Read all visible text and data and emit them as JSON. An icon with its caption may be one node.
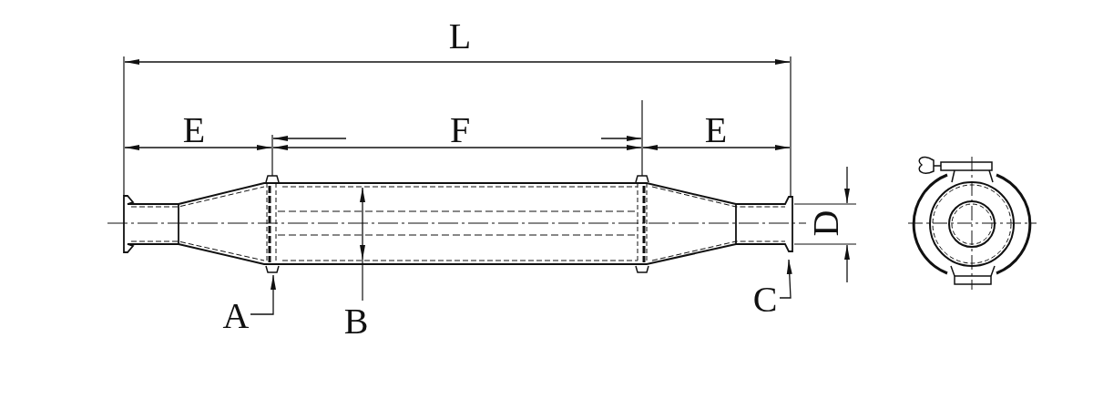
{
  "diagram": {
    "nodes": [
      {
        "text": [
          "A"
        ]
      },
      {
        "text": [
          "C"
        ]
      }
    ],
    "edges": [
      {
        "from": 0,
        "to": null,
        "arrow": "to"
      },
      {
        "from": 1,
        "to": null,
        "arrow": "to"
      }
    ],
    "labels": [
      "L",
      "E",
      "F",
      "E",
      "D",
      "B"
    ]
  }
}
